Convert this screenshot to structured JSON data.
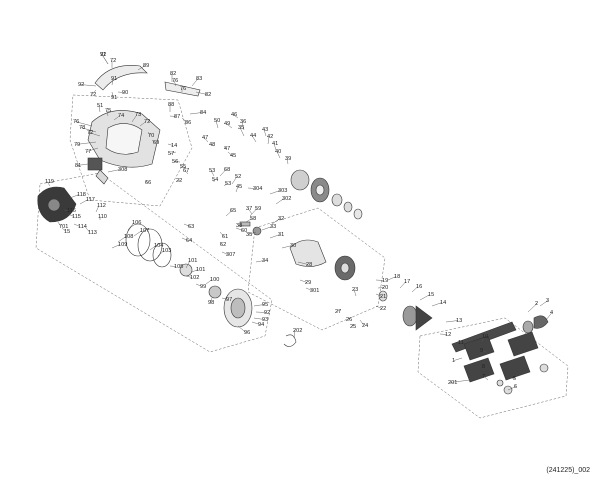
{
  "diagram_code": "(241225)_002",
  "part_labels": [
    "92",
    "72",
    "89",
    "91",
    "92",
    "72",
    "91",
    "90",
    "82",
    "76",
    "83",
    "76",
    "82",
    "88",
    "87",
    "86",
    "84",
    "51",
    "75",
    "74",
    "76",
    "78",
    "72",
    "79",
    "77",
    "73",
    "72",
    "70",
    "69",
    "81",
    "308",
    "66",
    "46",
    "49",
    "50",
    "47",
    "48",
    "47",
    "45",
    "36",
    "35",
    "44",
    "43",
    "42",
    "41",
    "40",
    "39",
    "57",
    "56",
    "55",
    "22",
    "67",
    "53",
    "54",
    "68",
    "53",
    "52",
    "45",
    "304",
    "303",
    "302",
    "37",
    "38",
    "35",
    "119",
    "118",
    "117",
    "116",
    "115",
    "114",
    "113",
    "112",
    "110",
    "106",
    "107",
    "108",
    "109",
    "104",
    "103",
    "105",
    "101",
    "102",
    "101",
    "99",
    "100",
    "98",
    "97",
    "95",
    "96",
    "94",
    "93",
    "92",
    "59",
    "58",
    "61",
    "62",
    "63",
    "64",
    "65",
    "60",
    "307",
    "32",
    "33",
    "31",
    "30",
    "34",
    "28",
    "29",
    "301",
    "27",
    "26",
    "25",
    "24",
    "23",
    "22",
    "21",
    "20",
    "19",
    "18",
    "17",
    "16",
    "15",
    "14",
    "13",
    "12",
    "11",
    "10",
    "9",
    "8",
    "7",
    "6",
    "5",
    "4",
    "3",
    "2",
    "1",
    "201",
    "202",
    "701",
    "15",
    "14",
    "71"
  ]
}
